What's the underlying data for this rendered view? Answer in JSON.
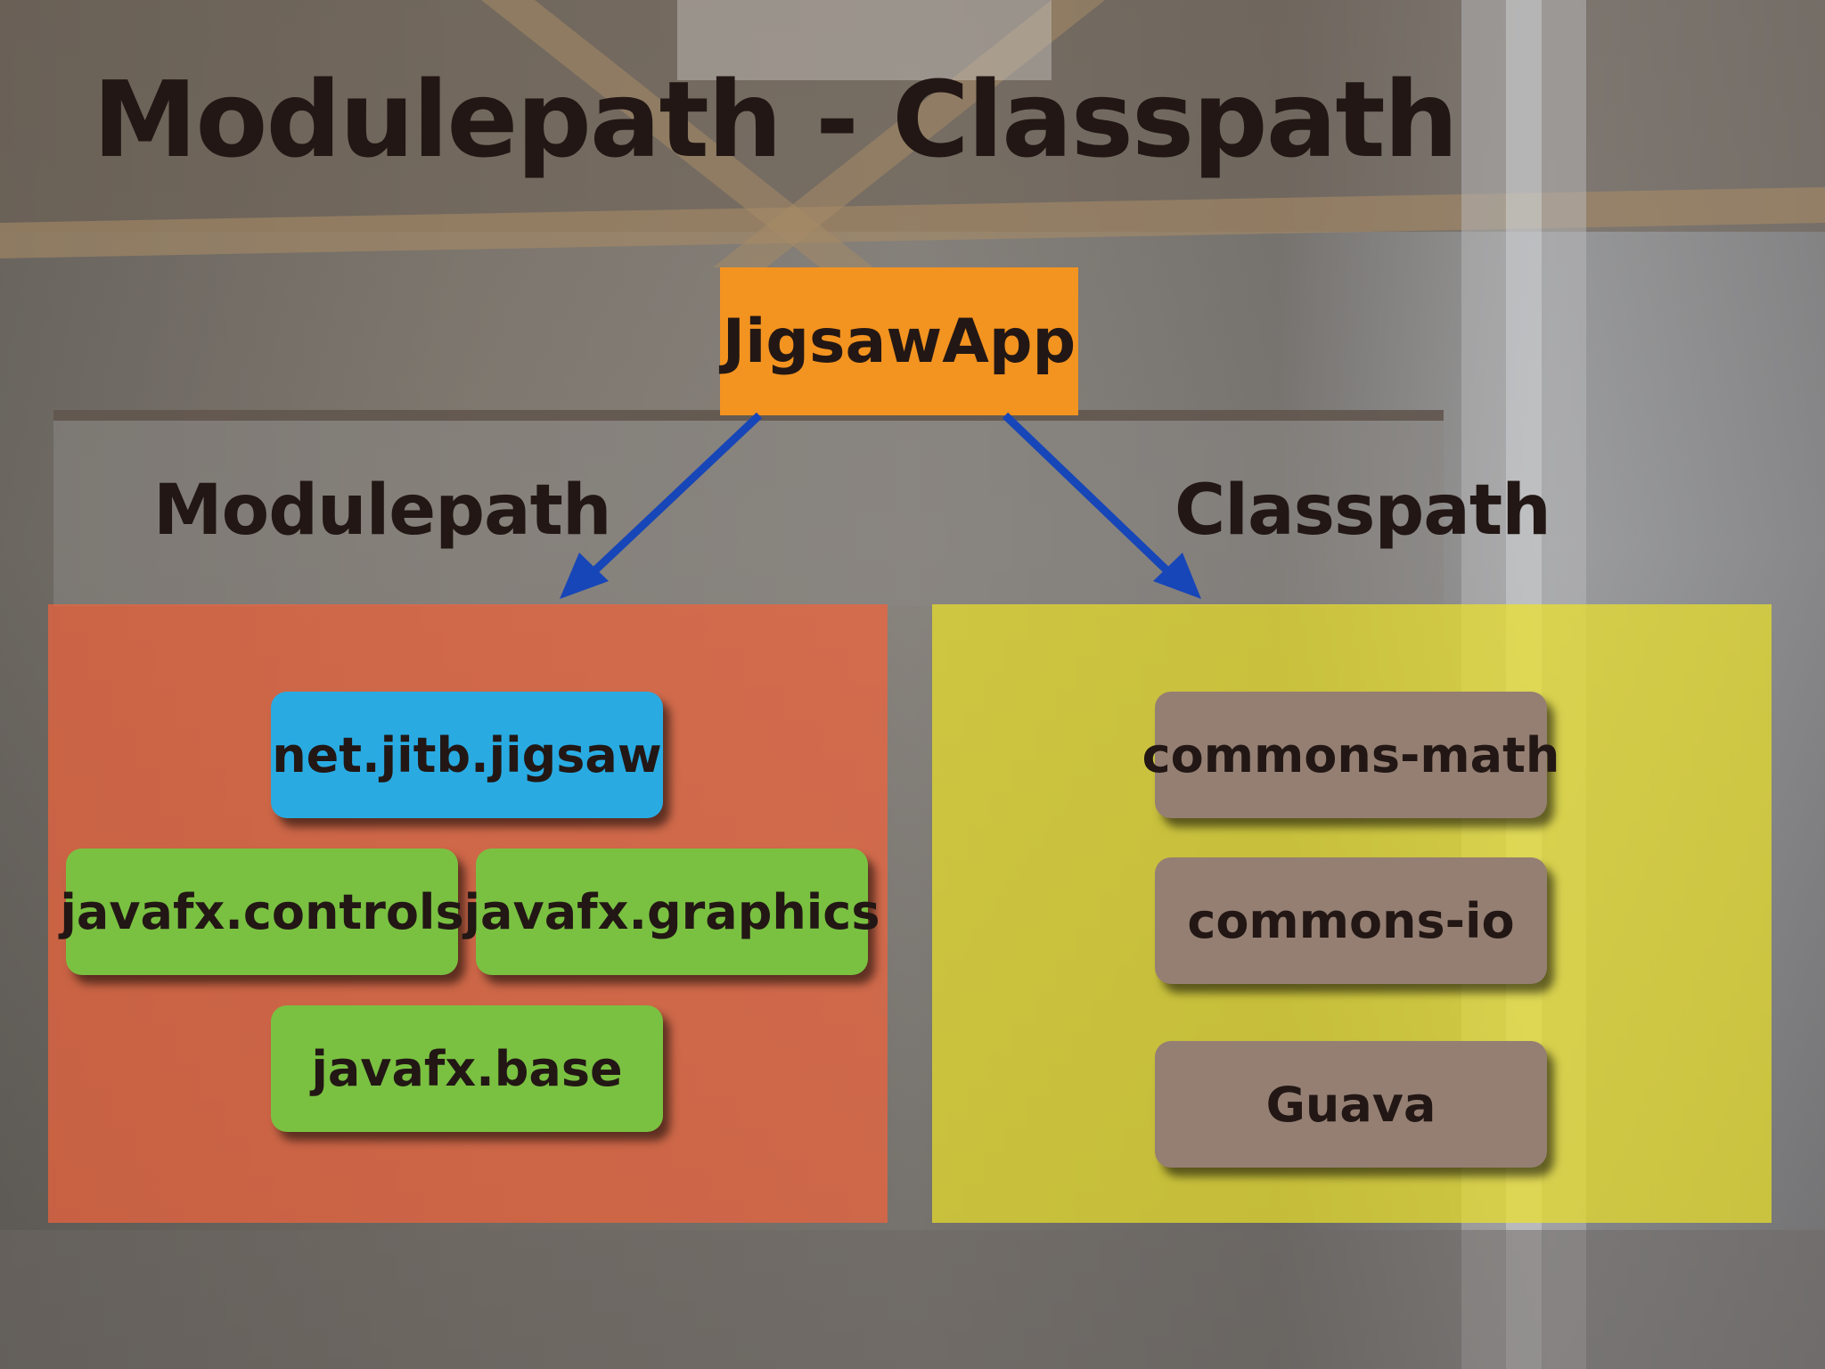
{
  "slide": {
    "title": "Modulepath - Classpath",
    "app": "JigsawApp",
    "modulepath_label": "Modulepath",
    "classpath_label": "Classpath",
    "modulepath_modules": {
      "net_jitb_jigsaw": "net.jitb.jigsaw",
      "javafx_controls": "javafx.controls",
      "javafx_graphics": "javafx.graphics",
      "javafx_base": "javafx.base"
    },
    "classpath_jars": {
      "commons_math": "commons-math",
      "commons_io": "commons-io",
      "guava": "Guava"
    }
  },
  "colors": {
    "app": "#f39320",
    "modulepath_panel": "#f0643c",
    "classpath_panel": "#ece228",
    "module_blue": "#29abe2",
    "module_green": "#7ac142",
    "jar_brown": "#957f73",
    "arrow": "#1746b8",
    "text": "#221714"
  }
}
